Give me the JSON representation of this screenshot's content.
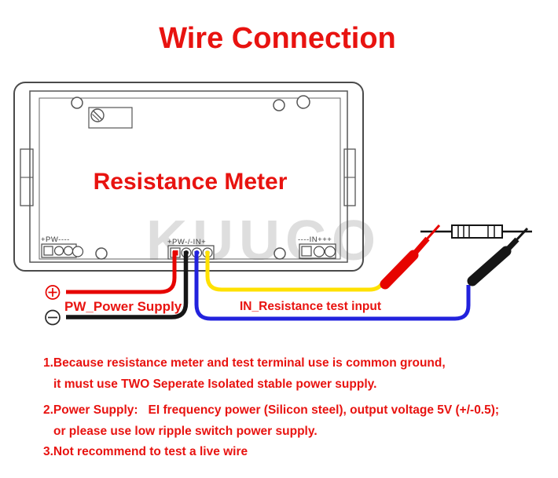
{
  "title": "Wire Connection",
  "watermark": "KUUCO",
  "device": {
    "label": "Resistance Meter",
    "terminals": {
      "left_label": "+PW----",
      "middle_label": "+PW-/-IN+",
      "right_label": "----IN+++"
    }
  },
  "wiring": {
    "power_supply_label": "PW_Power Supply",
    "test_input_label": "IN_Resistance test input"
  },
  "notes": [
    "1.Because resistance meter and test terminal use is common ground,",
    "it must use TWO Seperate Isolated stable power supply.",
    "2.Power Supply:   EI frequency power (Silicon steel), output voltage 5V (+/-0.5);",
    "or please use low ripple switch power supply.",
    "3.Not recommend to test a live wire"
  ],
  "colors": {
    "red_text": "#e81310",
    "wire_red": "#e60400",
    "wire_black": "#161616",
    "wire_blue": "#2222dd",
    "wire_yellow": "#ffe100",
    "terminal_yellow": "#d8d86a",
    "watermark_gray": "#d9d9d9",
    "line": "#4a4a4a"
  }
}
